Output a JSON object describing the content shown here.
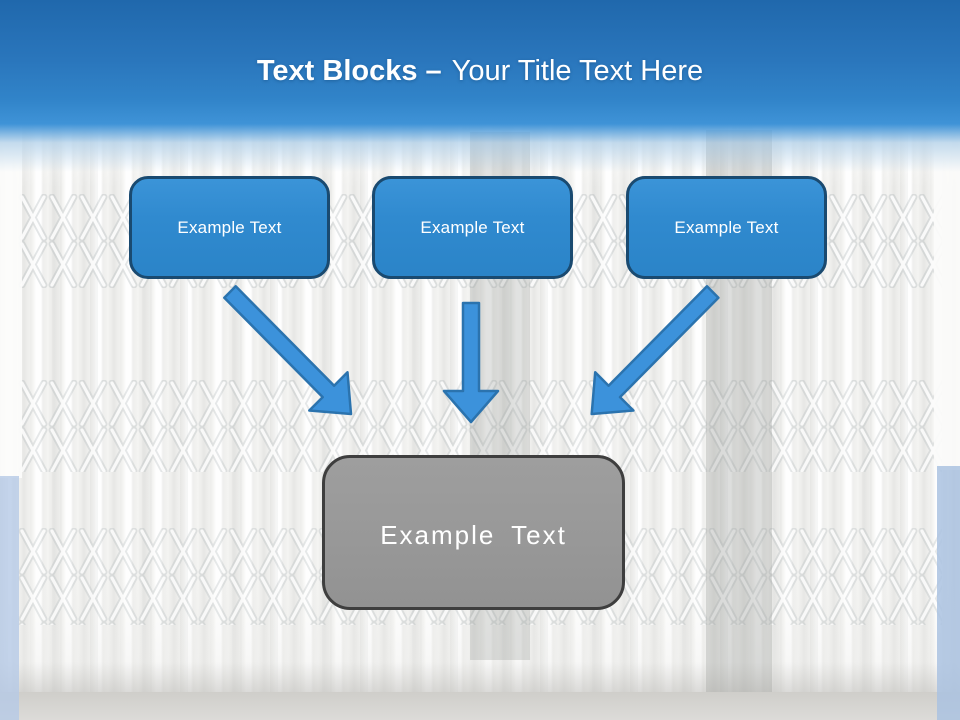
{
  "title": {
    "emphasis": "Text Blocks –",
    "rest": "Your Title Text Here"
  },
  "blocks": [
    {
      "label": "Example Text"
    },
    {
      "label": "Example Text"
    },
    {
      "label": "Example Text"
    }
  ],
  "summary_block": {
    "label": "Example Text"
  },
  "colors": {
    "header_top": "#2068ac",
    "header_mid": "#3184c9",
    "header_bottom": "#3f93d7",
    "title_text": "#ffffff",
    "block_fill": "#308acf",
    "block_border": "#1a4a70",
    "block_text": "#ffffff",
    "arrow_fill": "#3c92db",
    "arrow_border": "#2b73ae",
    "summary_fill": "#989898",
    "summary_border": "#3e3e3e"
  }
}
